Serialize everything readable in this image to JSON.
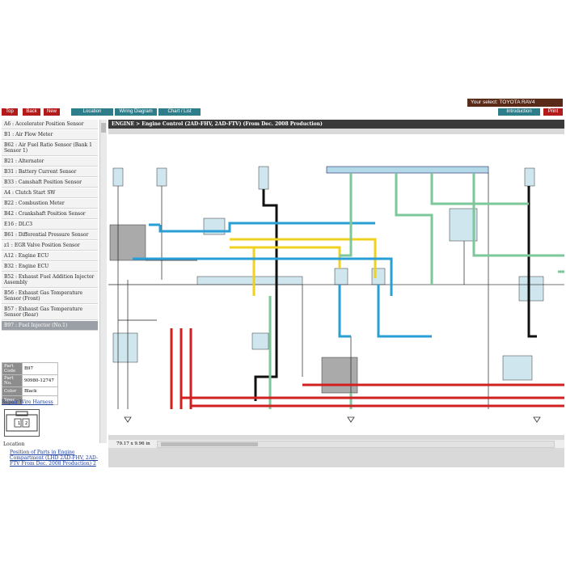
{
  "toolbar": {
    "top": "Top",
    "back": "Back",
    "new": "New",
    "location": "Location",
    "wiring": "Wiring Diagram",
    "chart": "Chart / List",
    "introduction": "Introduction",
    "print": "Print"
  },
  "vehicle": "Your select: TOYOTA RAV4",
  "diagram_title": "ENGINE > Engine Control (2AD-FHV, 2AD-FTV) (From Dec. 2008 Production)",
  "list": [
    "A6 : Accelerator Position Sensor",
    "B1 : Air Flow Meter",
    "B62 : Air Fuel Ratio Sensor (Bank 1 Sensor 1)",
    "B21 : Alternator",
    "B31 : Battery Current Sensor",
    "B33 : Camshaft Position Sensor",
    "A4 : Clutch Start SW",
    "B22 : Combustion Meter",
    "B42 : Crankshaft Position Sensor",
    "E16 : DLC3",
    "B61 : Differential Pressure Sensor",
    "z1 : EGR Valve Position Sensor",
    "A12 : Engine ECU",
    "B32 : Engine ECU",
    "B52 : Exhaust Fuel Addition Injector Assembly",
    "B56 : Exhaust Gas Temperature Sensor (Front)",
    "B57 : Exhaust Gas Temperature Sensor (Rear)",
    "B97 : Fuel Injector (No.1)"
  ],
  "parts": {
    "code_label": "Part Code",
    "code": "B97",
    "no_label": "Part No.",
    "no": "90980-12747",
    "color_label": "Color",
    "color": "Black",
    "spec_label": "Spec",
    "spec": ""
  },
  "repair_link": "Repair Wire Harness",
  "location_title": "Location",
  "location_link": "Position of Parts in Engine Compartment (LHD 2AD-FHV, 2AD-FTV From Dec. 2008 Production) 2",
  "status_size": "79.17 x 9.96 in"
}
